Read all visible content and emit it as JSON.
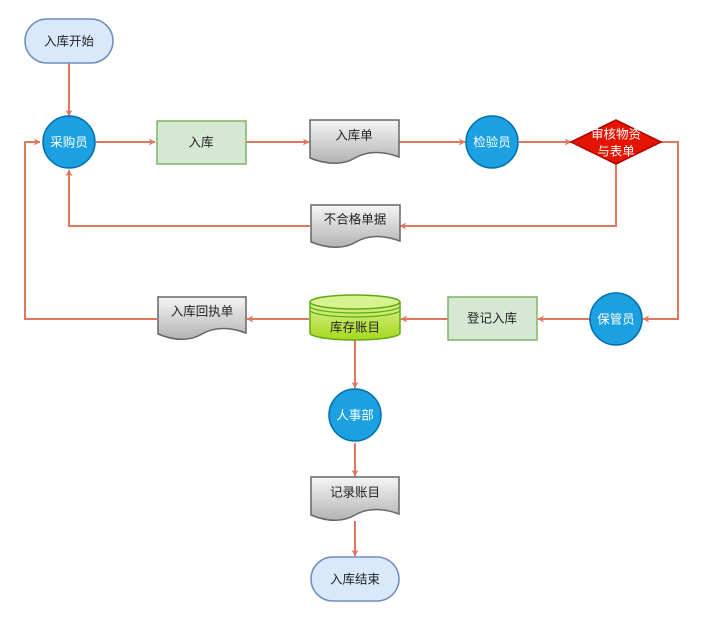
{
  "diagram": {
    "type": "flowchart",
    "colors": {
      "edge": "#e0775e",
      "terminal_fill": "#dae8fc",
      "terminal_stroke": "#6c8ebf",
      "actor_fill": "#1ba1e2",
      "actor_stroke": "#006eaf",
      "process_fill": "#d5e8d4",
      "process_stroke": "#82b366",
      "document_fill_top": "#f5f5f5",
      "document_fill_bottom": "#b3b3b3",
      "document_stroke": "#666666",
      "decision_fill": "#e51400",
      "decision_stroke": "#b20000",
      "database_fill": "#cdeb8b",
      "database_stroke": "#60a917"
    },
    "nodes": {
      "start": {
        "label": "入库开始",
        "shape": "terminal"
      },
      "buyer": {
        "label": "采购员",
        "shape": "actor"
      },
      "stock_in": {
        "label": "入库",
        "shape": "process"
      },
      "stock_in_form": {
        "label": "入库单",
        "shape": "document"
      },
      "inspector": {
        "label": "检验员",
        "shape": "actor"
      },
      "review": {
        "label_line1": "审核物资",
        "label_line2": "与表单",
        "shape": "decision"
      },
      "rejected_docs": {
        "label": "不合格单据",
        "shape": "document"
      },
      "keeper": {
        "label": "保管员",
        "shape": "actor"
      },
      "register": {
        "label": "登记入库",
        "shape": "process"
      },
      "ledger": {
        "label": "库存账目",
        "shape": "database"
      },
      "receipt": {
        "label": "入库回执单",
        "shape": "document"
      },
      "hr": {
        "label": "人事部",
        "shape": "actor"
      },
      "record": {
        "label": "记录账目",
        "shape": "document"
      },
      "end": {
        "label": "入库结束",
        "shape": "terminal"
      }
    },
    "edges": [
      {
        "from": "start",
        "to": "buyer"
      },
      {
        "from": "buyer",
        "to": "stock_in"
      },
      {
        "from": "stock_in",
        "to": "stock_in_form"
      },
      {
        "from": "stock_in_form",
        "to": "inspector"
      },
      {
        "from": "inspector",
        "to": "review"
      },
      {
        "from": "review",
        "to": "rejected_docs"
      },
      {
        "from": "rejected_docs",
        "to": "buyer"
      },
      {
        "from": "review",
        "to": "keeper"
      },
      {
        "from": "keeper",
        "to": "register"
      },
      {
        "from": "register",
        "to": "ledger"
      },
      {
        "from": "ledger",
        "to": "receipt"
      },
      {
        "from": "receipt",
        "to": "buyer"
      },
      {
        "from": "ledger",
        "to": "hr"
      },
      {
        "from": "hr",
        "to": "record"
      },
      {
        "from": "record",
        "to": "end"
      }
    ]
  }
}
